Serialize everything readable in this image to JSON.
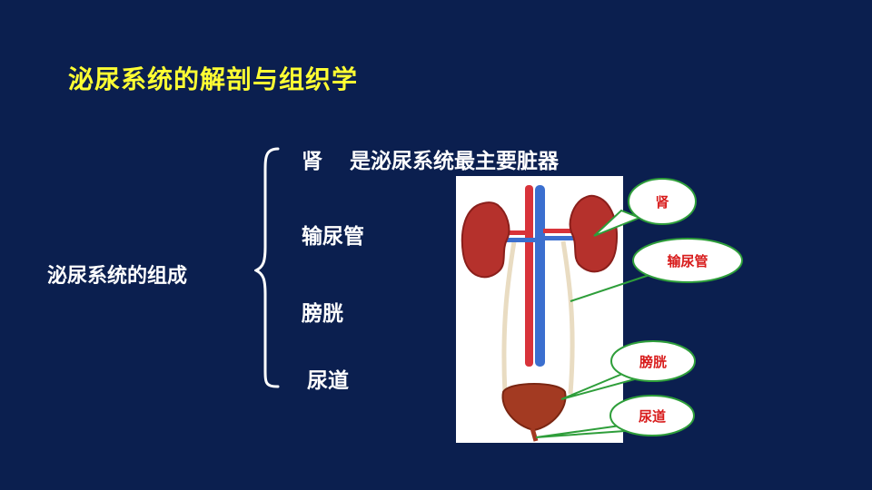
{
  "slide": {
    "title": "泌尿系统的解剖与组织学",
    "group_label": "泌尿系统的组成",
    "items": [
      {
        "name": "肾",
        "desc": "是泌尿系统最主要脏器"
      },
      {
        "name": "输尿管"
      },
      {
        "name": "膀胱"
      },
      {
        "name": "尿道"
      }
    ]
  },
  "figure": {
    "callouts": [
      "肾",
      "输尿管",
      "膀胱",
      "尿道"
    ]
  },
  "colors": {
    "background": "#0b1f4f",
    "title": "#ffff33",
    "text": "#ffffff",
    "callout_text": "#d81b1b",
    "callout_border": "#2e9e3a"
  }
}
